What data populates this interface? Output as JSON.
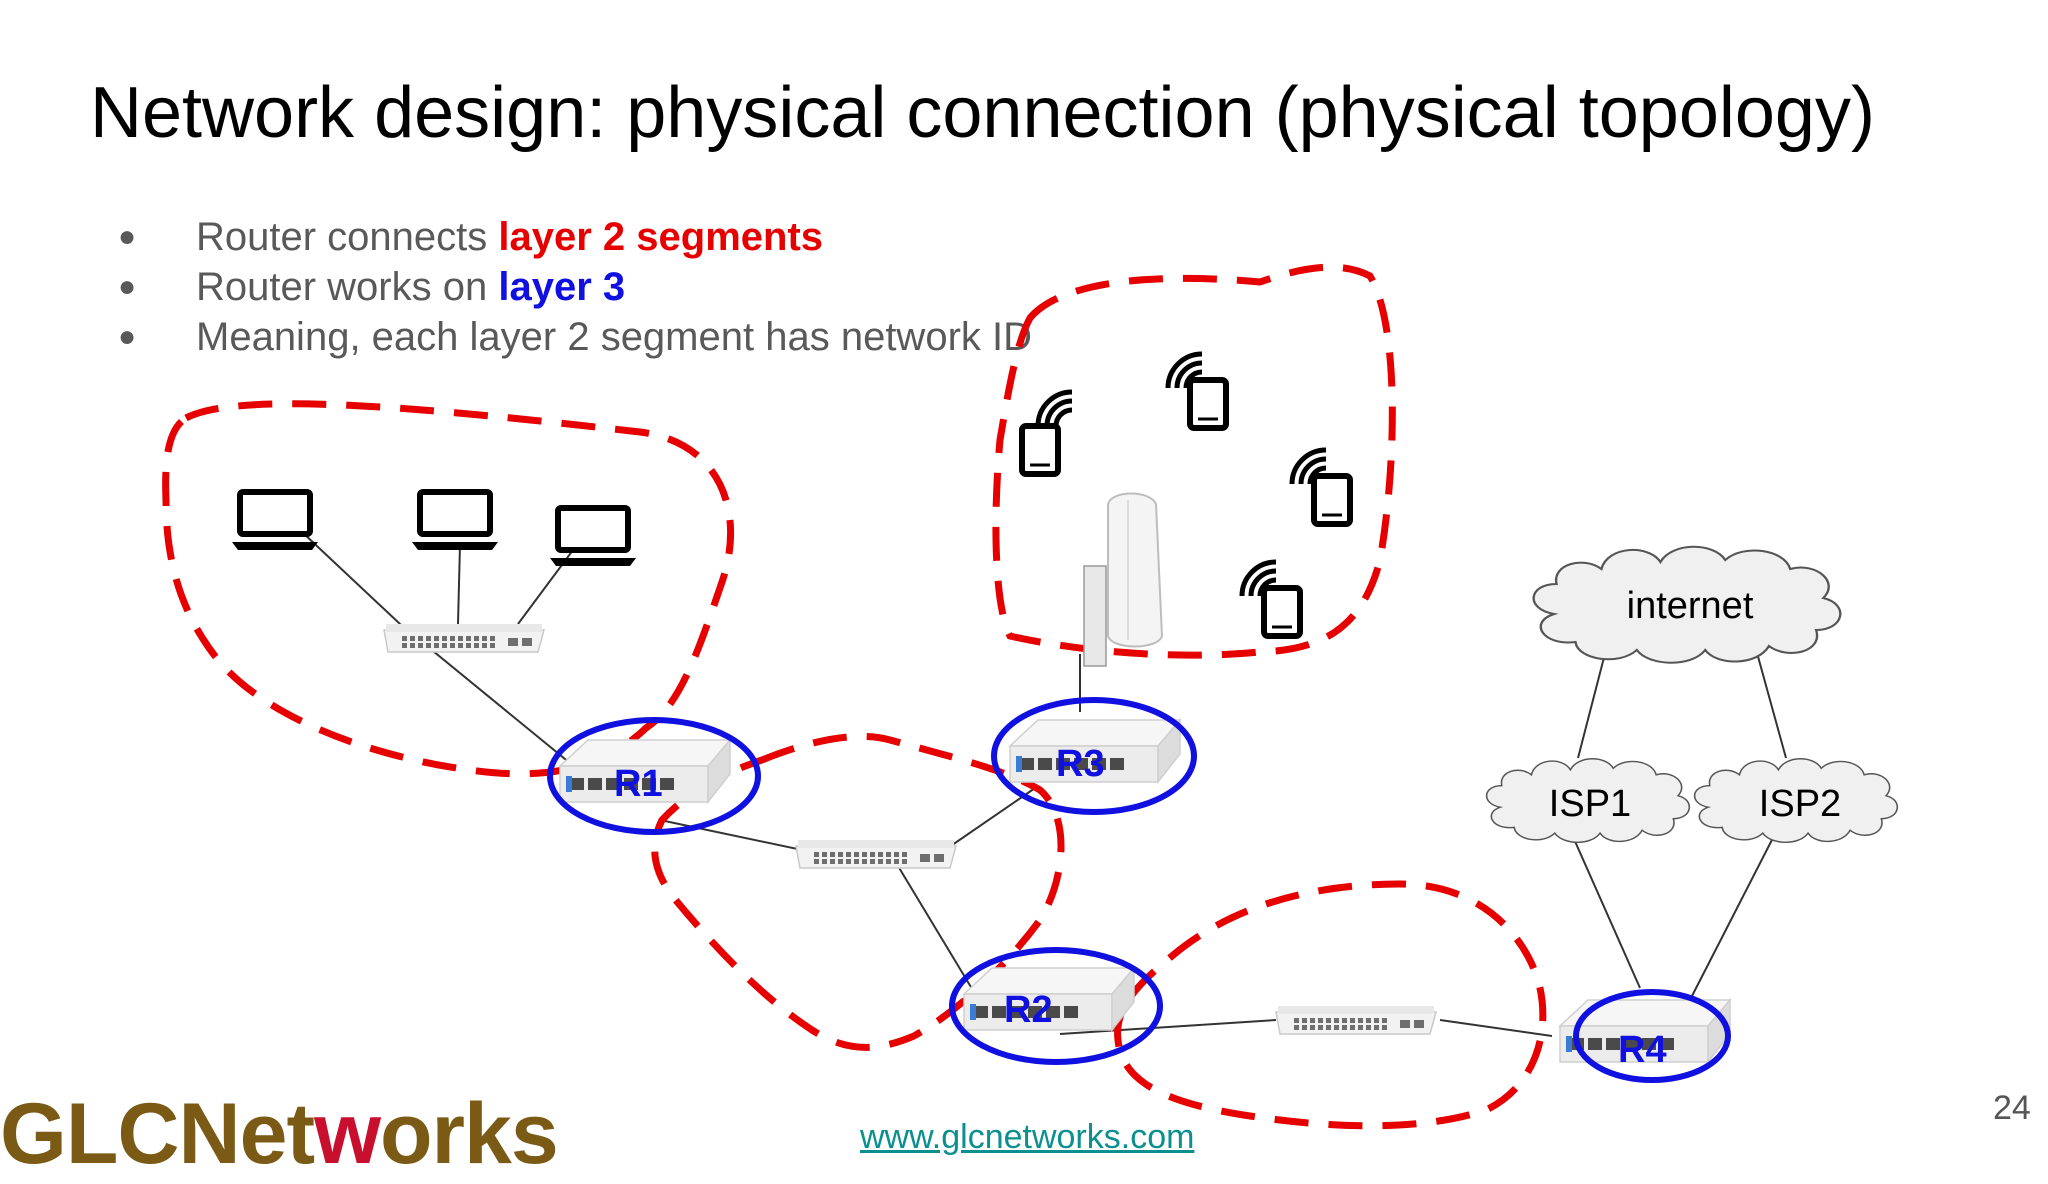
{
  "slide": {
    "title": "Network design: physical connection (physical topology)",
    "page_number": "24",
    "footer_url": "www.glcnetworks.com",
    "logo": {
      "part1": "GLCNet",
      "part2": "w",
      "part3": "orks"
    }
  },
  "bullets": [
    {
      "text": "Router connects ",
      "highlight": "layer 2 segments",
      "highlight_color": "#e60000"
    },
    {
      "text": "Router works on ",
      "highlight": "layer 3",
      "highlight_color": "#1010e0"
    },
    {
      "text": "Meaning, each layer 2 segment has network ID",
      "highlight": "",
      "highlight_color": ""
    }
  ],
  "diagram": {
    "routers": [
      "R1",
      "R2",
      "R3",
      "R4"
    ],
    "clouds": {
      "internet": "internet",
      "isp1": "ISP1",
      "isp2": "ISP2"
    },
    "router_label_color": "#1010e0",
    "segment_boundary_color": "#e60000",
    "icons": [
      "laptop-icon",
      "tablet-wifi-icon",
      "switch-icon",
      "router-icon",
      "access-point-icon",
      "cloud-icon"
    ]
  }
}
